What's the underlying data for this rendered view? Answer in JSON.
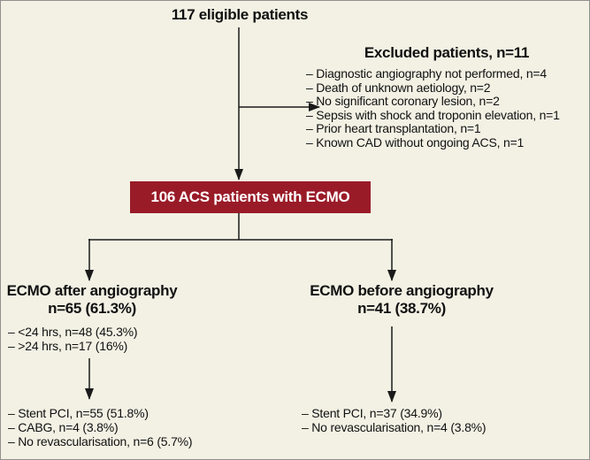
{
  "figure": {
    "background_color": "#f2f1e4",
    "border_color": "#8f8f8f",
    "accent_red": "#9a1b28",
    "line_color": "#1a1a1a"
  },
  "top": {
    "label": "117 eligible patients"
  },
  "excluded": {
    "title": "Excluded patients, n=11",
    "items": [
      "– Diagnostic angiography not performed, n=4",
      "– Death of unknown aetiology, n=2",
      "– No significant coronary lesion, n=2",
      "– Sepsis with shock and troponin elevation, n=1",
      "– Prior heart transplantation, n=1",
      "– Known CAD without ongoing ACS, n=1"
    ]
  },
  "ecmo_box": {
    "label": "106 ACS patients with ECMO"
  },
  "left_branch": {
    "title": "ECMO after angiography",
    "subtitle": "n=65 (61.3%)",
    "timing_items": [
      "– <24 hrs, n=48 (45.3%)",
      "– >24 hrs, n=17 (16%)"
    ],
    "outcomes": [
      "– Stent PCI, n=55 (51.8%)",
      "– CABG, n=4 (3.8%)",
      "– No revascularisation, n=6 (5.7%)"
    ]
  },
  "right_branch": {
    "title": "ECMO before angiography",
    "subtitle": "n=41 (38.7%)",
    "outcomes": [
      "– Stent PCI, n=37 (34.9%)",
      "– No revascularisation, n=4 (3.8%)"
    ]
  }
}
